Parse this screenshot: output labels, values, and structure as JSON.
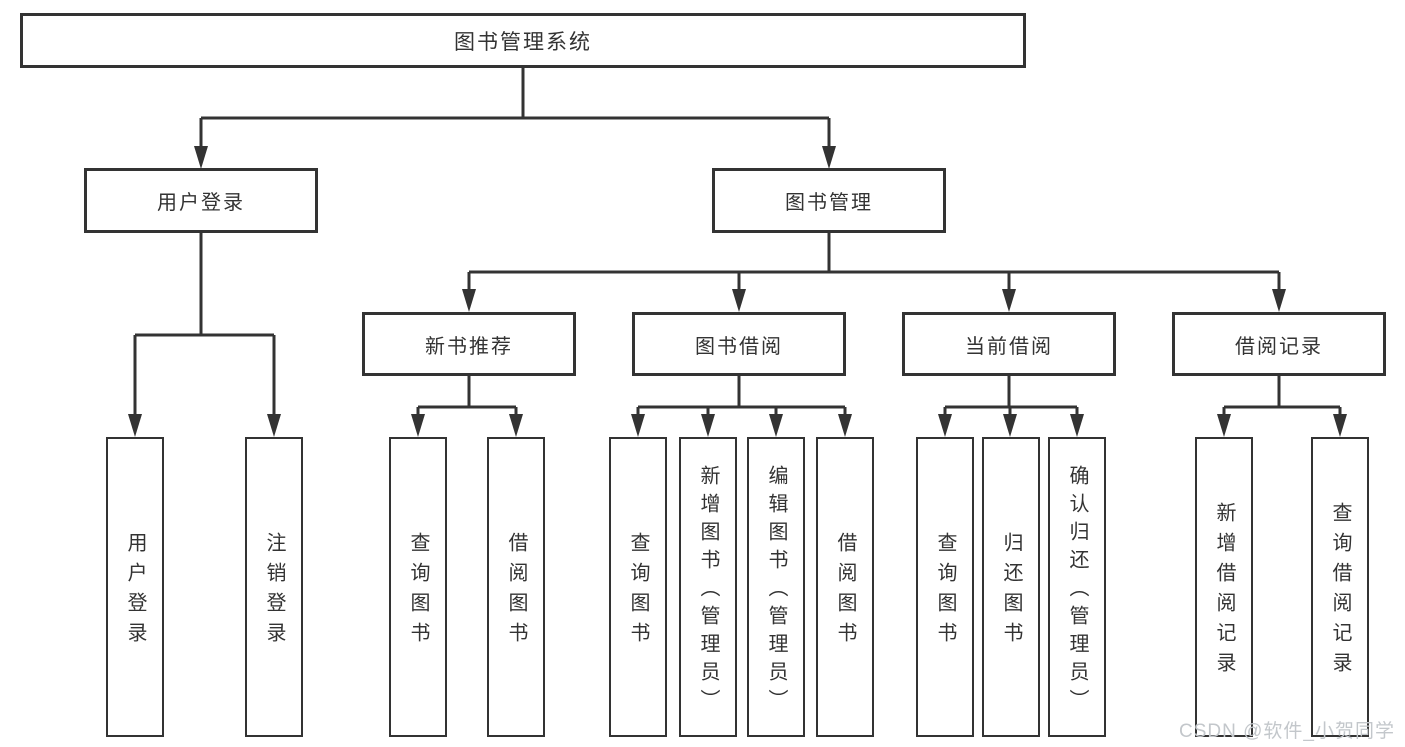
{
  "diagram_title": "图书管理系统",
  "tree": {
    "label": "图书管理系统",
    "children": [
      {
        "label": "用户登录",
        "children": [
          {
            "label": "用户登录"
          },
          {
            "label": "注销登录"
          }
        ]
      },
      {
        "label": "图书管理",
        "children": [
          {
            "label": "新书推荐",
            "children": [
              {
                "label": "查询图书"
              },
              {
                "label": "借阅图书"
              }
            ]
          },
          {
            "label": "图书借阅",
            "children": [
              {
                "label": "查询图书"
              },
              {
                "label": "新增图书（管理员）"
              },
              {
                "label": "编辑图书（管理员）"
              },
              {
                "label": "借阅图书"
              }
            ]
          },
          {
            "label": "当前借阅",
            "children": [
              {
                "label": "查询图书"
              },
              {
                "label": "归还图书"
              },
              {
                "label": "确认归还（管理员）"
              }
            ]
          },
          {
            "label": "借阅记录",
            "children": [
              {
                "label": "新增借阅记录"
              },
              {
                "label": "查询借阅记录"
              }
            ]
          }
        ]
      }
    ]
  },
  "watermark": {
    "text": "CSDN @软件_小贺同学"
  },
  "colors": {
    "line": "#333333",
    "text": "#333333",
    "background": "#ffffff",
    "watermark": "#c3c7cb"
  }
}
